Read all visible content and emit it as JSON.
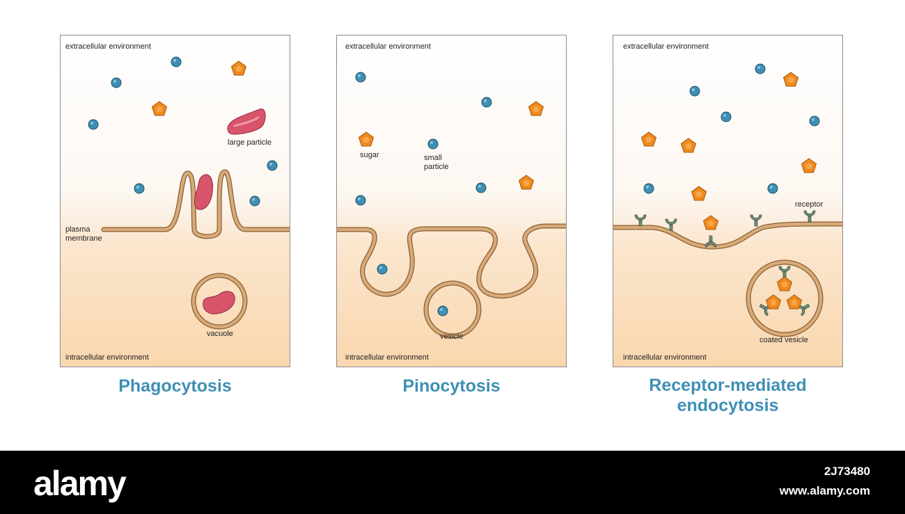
{
  "colors": {
    "membrane_fill": "#d7aa78",
    "membrane_stroke": "#8a5e34",
    "small_particle": "#3f8fb4",
    "sugar": "#f08a1c",
    "large_particle": "#d8546b",
    "receptor": "#6f8f7a",
    "title": "#3f8fb4"
  },
  "panels": [
    {
      "title": "Phagocytosis",
      "labels": {
        "extracellular": "extracellular environment",
        "intracellular": "intracellular environment",
        "large_particle": "large particle",
        "plasma_membrane": "plasma\nmembrane",
        "vacuole": "vacuole"
      }
    },
    {
      "title": "Pinocytosis",
      "labels": {
        "extracellular": "extracellular environment",
        "intracellular": "intracellular environment",
        "sugar": "sugar",
        "small_particle": "small\nparticle",
        "vesicle": "vesicle"
      }
    },
    {
      "title": "Receptor-mediated\nendocytosis",
      "labels": {
        "extracellular": "extracellular environment",
        "intracellular": "intracellular environment",
        "receptor": "receptor",
        "coated_vesicle": "coated vesicle"
      }
    }
  ],
  "footer": {
    "brand": "alamy",
    "image_id": "2J73480",
    "site": "www.alamy.com"
  }
}
